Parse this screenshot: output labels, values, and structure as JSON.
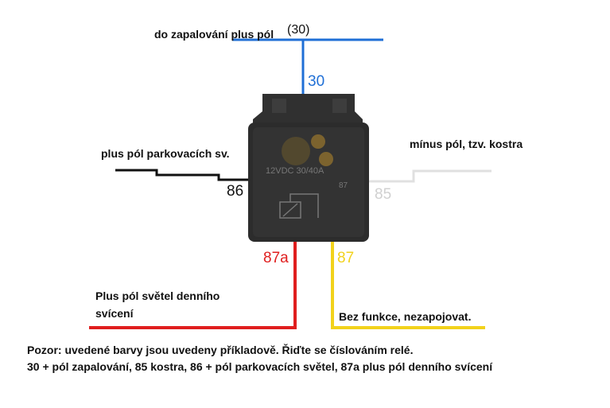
{
  "labels": {
    "ignition": "do zapalování plus pól",
    "ignition_num": "(30)",
    "parking": "plus pól parkovacích sv.",
    "ground": "mínus pól, tzv. kostra",
    "daylight_line1": "Plus pól světel denního",
    "daylight_line2": "svícení",
    "no_function": "Bez funkce, nezapojovat."
  },
  "pins": {
    "p30": "30",
    "p86": "86",
    "p85": "85",
    "p87a": "87a",
    "p87": "87"
  },
  "relay_text": {
    "rating": "12VDC 30/40A",
    "pin_87": "87"
  },
  "notes": {
    "line1": "Pozor: uvedené barvy jsou uvedeny příkladově. Řiďte se číslováním relé.",
    "line2": "30 + pól zapalování, 85 kostra, 86 + pól parkovacích světel, 87a plus pól denního svícení"
  },
  "colors": {
    "blue": "#1f6fd6",
    "black": "#111111",
    "white_wire": "#e6e6e6",
    "red": "#e01e1e",
    "yellow": "#f2d21b",
    "relay": "#2c2c2c"
  }
}
